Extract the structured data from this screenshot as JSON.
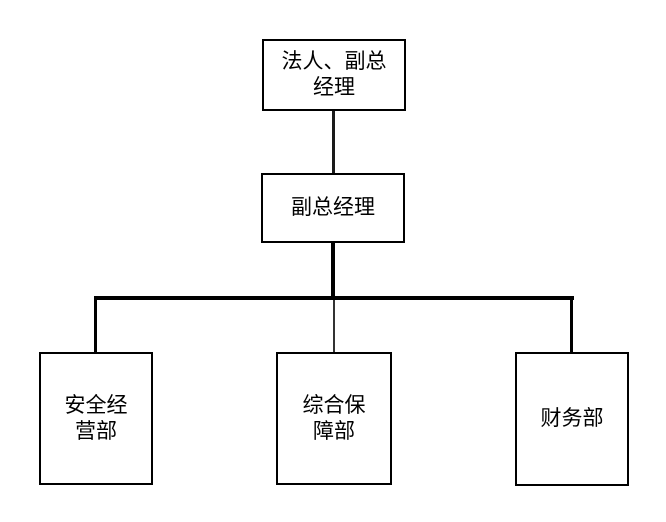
{
  "diagram": {
    "type": "org-chart",
    "background_color": "#ffffff",
    "box_border_color": "#000000",
    "connector_color": "#000000",
    "text_color": "#000000",
    "nodes": [
      {
        "id": "legal-vice-gm",
        "label": "法人、副总经理",
        "display": "法人、副总\n经理",
        "level": 1
      },
      {
        "id": "vice-gm",
        "label": "副总经理",
        "display": "副总经理",
        "level": 2
      },
      {
        "id": "safety-operations-dept",
        "label": "安全经营部",
        "display": "安全经\n营部",
        "level": 3
      },
      {
        "id": "comprehensive-support-dept",
        "label": "综合保障部",
        "display": "综合保\n障部",
        "level": 3
      },
      {
        "id": "finance-dept",
        "label": "财务部",
        "display": "财务部",
        "level": 3
      }
    ],
    "edges": [
      {
        "from": "legal-vice-gm",
        "to": "vice-gm"
      },
      {
        "from": "vice-gm",
        "to": "safety-operations-dept"
      },
      {
        "from": "vice-gm",
        "to": "comprehensive-support-dept"
      },
      {
        "from": "vice-gm",
        "to": "finance-dept"
      }
    ]
  }
}
